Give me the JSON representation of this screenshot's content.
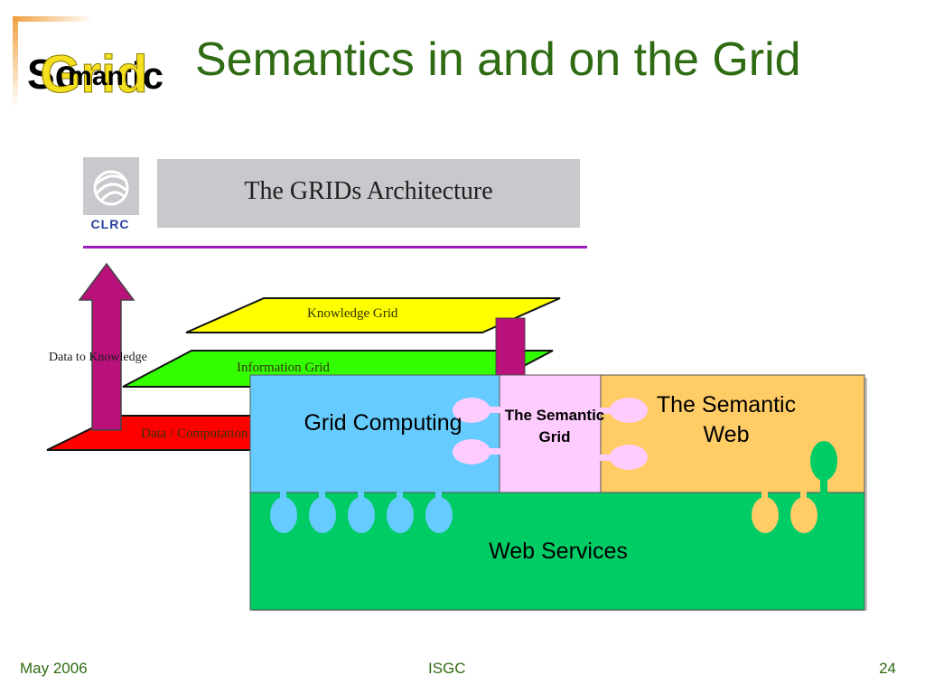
{
  "slide": {
    "title": "Semantics in and on the Grid",
    "logo": {
      "big_letters": "Se",
      "middle": "man",
      "end": "tic",
      "overlay": "Grid"
    }
  },
  "architecture": {
    "banner_title": "The GRIDs Architecture",
    "org_logo_text": "CLRC",
    "axis_label": "Data to Knowledge",
    "planes": [
      {
        "label": "Knowledge Grid",
        "color": "#ffff00"
      },
      {
        "label": "Information Grid",
        "color": "#33ff00"
      },
      {
        "label": "Data / Computation Grid",
        "color": "#ff0000"
      }
    ]
  },
  "overlay_diagram": {
    "grid_computing": "Grid Computing",
    "semantic_grid": "The Semantic Grid",
    "semantic_web": "The Semantic Web",
    "web_services": "Web Services",
    "colors": {
      "grid_computing": "#66ccff",
      "semantic_grid": "#ffccff",
      "semantic_web": "#ffcc66",
      "web_services": "#00cc66"
    }
  },
  "footer": {
    "date": "May 2006",
    "venue": "ISGC",
    "page": "24"
  }
}
